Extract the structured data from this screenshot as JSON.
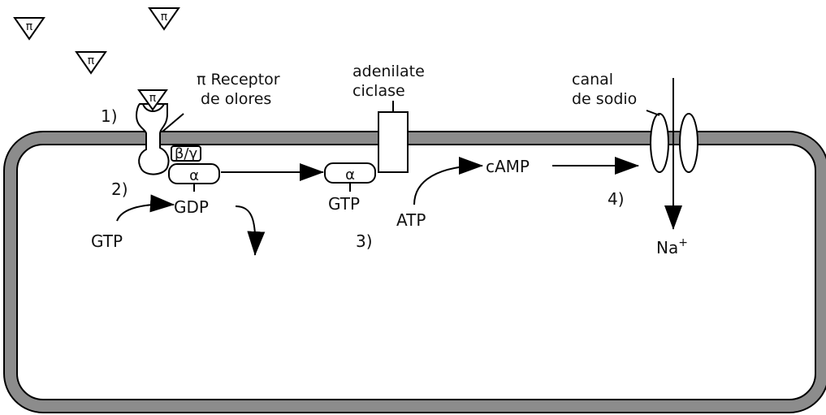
{
  "odorant_symbol": "π",
  "receptor_label": {
    "line1": "π Receptor",
    "line2": "de olores"
  },
  "adenylate_label": {
    "line1": "adenilate",
    "line2": "ciclase"
  },
  "sodium_channel_label": {
    "line1": "canal",
    "line2": "de sodio"
  },
  "step_labels": {
    "s1": "1)",
    "s2": "2)",
    "s3": "3)",
    "s4": "4)"
  },
  "g_protein": {
    "beta_gamma": "β/γ",
    "alpha": "α"
  },
  "molecules": {
    "gdp": "GDP",
    "gtp_in": "GTP",
    "gtp_bound": "GTP",
    "atp": "ATP",
    "camp": "cAMP",
    "sodium": "Na",
    "sodium_charge": "+"
  },
  "colors": {
    "membrane": "#8c8c8c",
    "stroke": "#000000",
    "background": "#ffffff"
  }
}
